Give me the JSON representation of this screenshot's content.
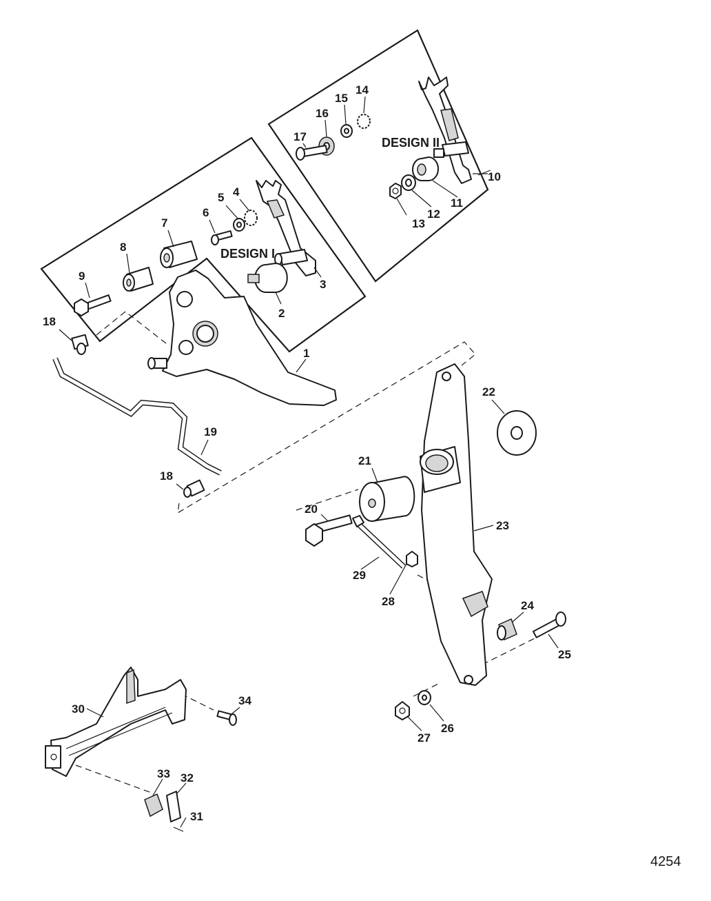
{
  "diagram": {
    "figure_number": "4254",
    "design_labels": {
      "design_1": "DESIGN I",
      "design_2": "DESIGN II"
    },
    "callouts": [
      {
        "id": "c1",
        "text": "1"
      },
      {
        "id": "c2",
        "text": "2"
      },
      {
        "id": "c3",
        "text": "3"
      },
      {
        "id": "c4",
        "text": "4"
      },
      {
        "id": "c5",
        "text": "5"
      },
      {
        "id": "c6",
        "text": "6"
      },
      {
        "id": "c7",
        "text": "7"
      },
      {
        "id": "c8",
        "text": "8"
      },
      {
        "id": "c9",
        "text": "9"
      },
      {
        "id": "c10",
        "text": "10"
      },
      {
        "id": "c11",
        "text": "11"
      },
      {
        "id": "c12",
        "text": "12"
      },
      {
        "id": "c13",
        "text": "13"
      },
      {
        "id": "c14",
        "text": "14"
      },
      {
        "id": "c15",
        "text": "15"
      },
      {
        "id": "c16",
        "text": "16"
      },
      {
        "id": "c17",
        "text": "17"
      },
      {
        "id": "c18a",
        "text": "18"
      },
      {
        "id": "c18b",
        "text": "18"
      },
      {
        "id": "c19",
        "text": "19"
      },
      {
        "id": "c20",
        "text": "20"
      },
      {
        "id": "c21",
        "text": "21"
      },
      {
        "id": "c22",
        "text": "22"
      },
      {
        "id": "c23",
        "text": "23"
      },
      {
        "id": "c24",
        "text": "24"
      },
      {
        "id": "c25",
        "text": "25"
      },
      {
        "id": "c26",
        "text": "26"
      },
      {
        "id": "c27",
        "text": "27"
      },
      {
        "id": "c28",
        "text": "28"
      },
      {
        "id": "c29",
        "text": "29"
      },
      {
        "id": "c30",
        "text": "30"
      },
      {
        "id": "c31",
        "text": "31"
      },
      {
        "id": "c32",
        "text": "32"
      },
      {
        "id": "c33",
        "text": "33"
      },
      {
        "id": "c34",
        "text": "34"
      }
    ]
  }
}
